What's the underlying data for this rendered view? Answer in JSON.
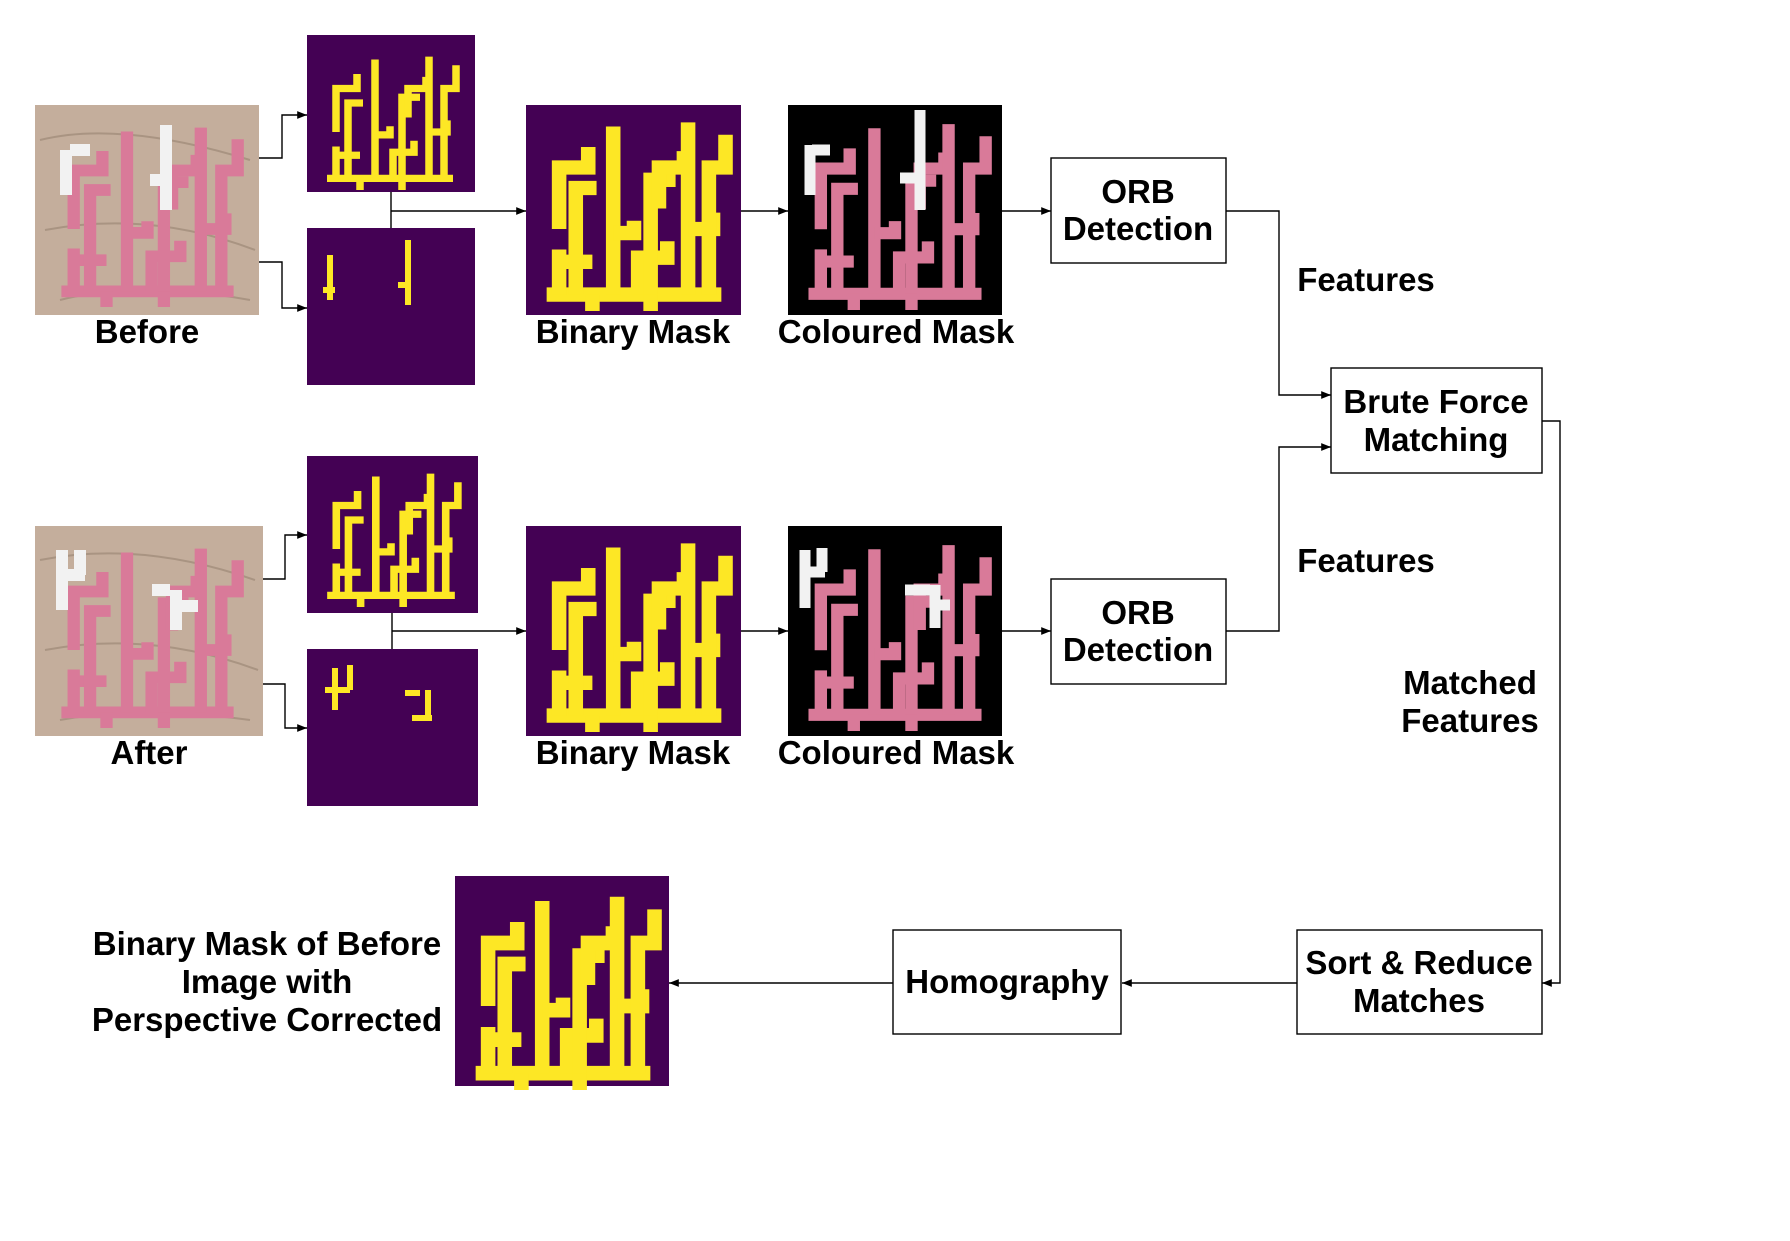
{
  "images": {
    "before_label": "Before",
    "after_label": "After",
    "binary_mask_label": "Binary Mask",
    "coloured_mask_label": "Coloured Mask",
    "output_label_lines": [
      "Binary Mask of Before",
      "Image with",
      "Perspective Corrected"
    ]
  },
  "boxes": {
    "orb_top": [
      "ORB",
      "Detection"
    ],
    "orb_bottom": [
      "ORB",
      "Detection"
    ],
    "brute_force": [
      "Brute Force",
      "Matching"
    ],
    "sort_reduce": [
      "Sort & Reduce",
      "Matches"
    ],
    "homography": [
      "Homography"
    ]
  },
  "edge_labels": {
    "features_top": "Features",
    "features_bottom": "Features",
    "matched_features": [
      "Matched",
      "Features"
    ]
  },
  "colors": {
    "mask_background": "#440154",
    "mask_foreground": "#fde725",
    "pipe_pink": "#d97a99",
    "pipe_white": "#f2f2f2",
    "cloth": "#c4ae9c",
    "coloured_mask_background": "#000000"
  }
}
